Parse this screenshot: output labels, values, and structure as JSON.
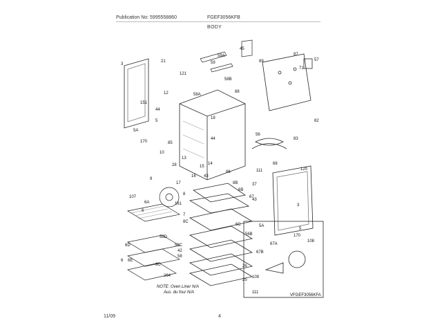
{
  "header": {
    "publication": "Publication No: 5995558860",
    "model": "FGEF3056KFB",
    "section": "BODY"
  },
  "footer": {
    "date": "11/09",
    "page": "4"
  },
  "diagram": {
    "callouts": [
      "45",
      "59A",
      "87",
      "57",
      "89",
      "71",
      "3",
      "21",
      "121",
      "59",
      "58B",
      "58A",
      "88",
      "151",
      "12",
      "44",
      "18",
      "5",
      "5A",
      "85",
      "170",
      "44",
      "82",
      "56",
      "10",
      "83",
      "28",
      "15",
      "14",
      "13",
      "16",
      "43",
      "17",
      "120",
      "9",
      "68",
      "86",
      "111",
      "37",
      "107",
      "6",
      "6B",
      "8B",
      "161",
      "6A",
      "67",
      "7",
      "8",
      "6C",
      "56B",
      "8C",
      "6D",
      "58D",
      "58C",
      "42",
      "58",
      "5A",
      "67A",
      "6E",
      "67B",
      "108",
      "6",
      "6C",
      "26",
      "264",
      "25",
      "109",
      "111",
      "3",
      "5",
      "170",
      "43"
    ],
    "note_line1": "NOTE: Oven Liner N/A",
    "note_line2": "Aus. du four N/A",
    "inset_label": "VFGEF3056KFA"
  }
}
